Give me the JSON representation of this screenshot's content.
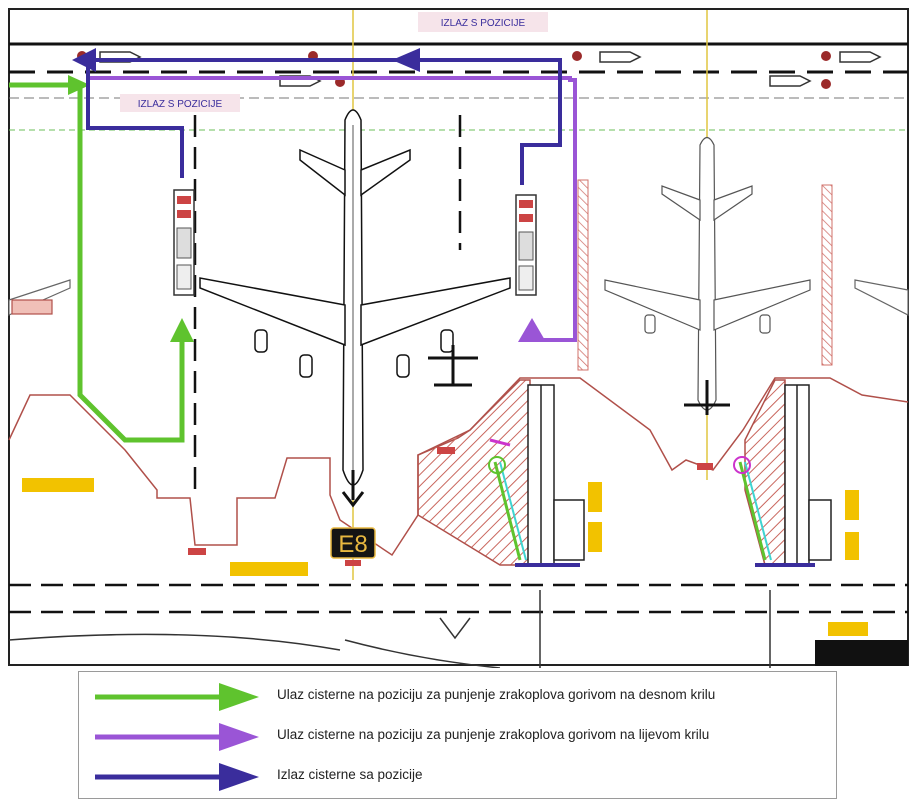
{
  "diagram": {
    "exit_label_top": "IZLAZ S POZICIJE",
    "exit_label_left": "IZLAZ S POZICIJE",
    "stand_label": "E8"
  },
  "legend": {
    "items": [
      {
        "color": "#5fc32e",
        "text": "Ulaz cisterne na poziciju za punjenje zrakoplova gorivom na desnom krilu"
      },
      {
        "color": "#9a55d6",
        "text": "Ulaz cisterne na poziciju za punjenje zrakoplova gorivom na lijevom krilu"
      },
      {
        "color": "#3a2d9c",
        "text": "Izlaz cisterne sa pozicije"
      }
    ]
  },
  "colors": {
    "entry_right_wing": "#5fc32e",
    "entry_left_wing": "#9a55d6",
    "exit": "#3a2d9c",
    "boundary": "#b0504a",
    "hatch": "#c9665d",
    "stand_label_bg": "#141414",
    "stand_label_fg": "#e8b840",
    "yellow_marking": "#f2c200"
  }
}
